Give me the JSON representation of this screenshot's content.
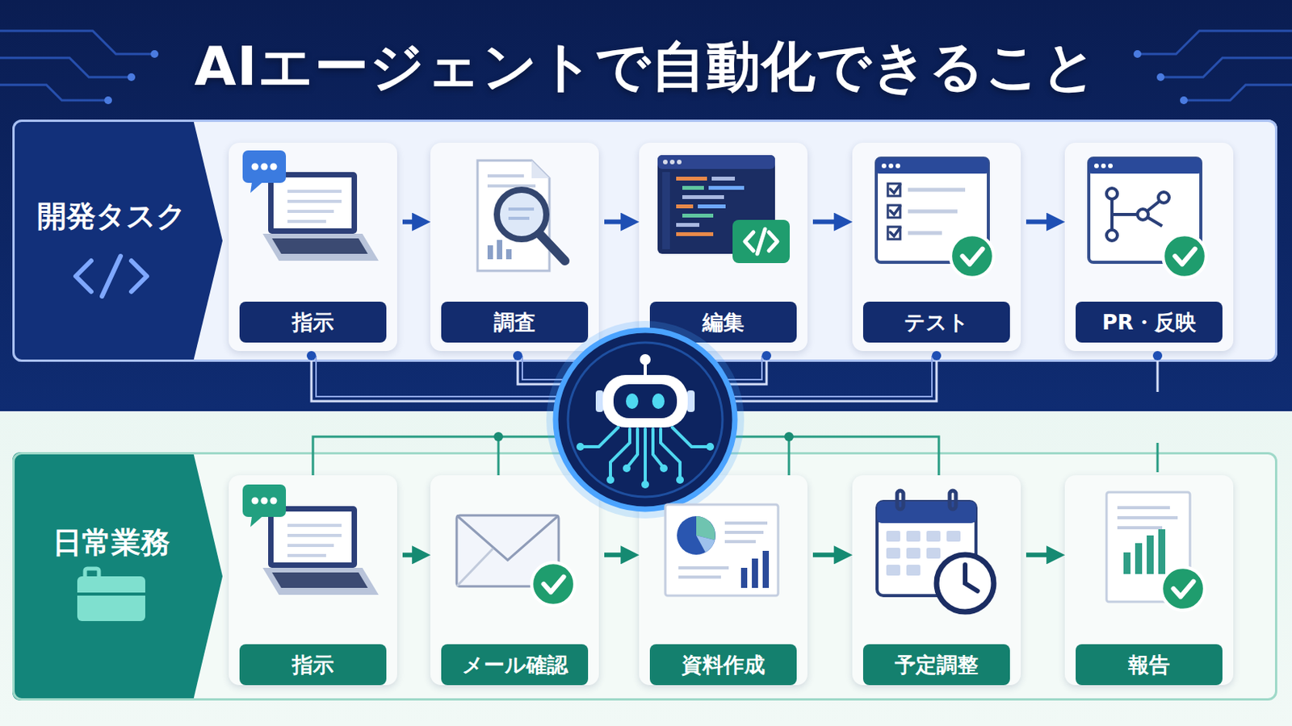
{
  "diagram": {
    "title": "AIエージェントで自動化できること",
    "nodes": [
      {
        "text": [
          "開発タスク"
        ]
      },
      {
        "text": [
          "指示"
        ],
        "in": 0
      },
      {
        "text": [
          "調査"
        ],
        "in": 0
      },
      {
        "text": [
          "編集"
        ],
        "in": 0
      },
      {
        "text": [
          "テスト"
        ],
        "in": 0
      },
      {
        "text": [
          "PR・反映"
        ],
        "in": 0
      },
      {
        "text": [
          "日常業務"
        ]
      },
      {
        "text": [
          "指示"
        ],
        "in": 6
      },
      {
        "text": [
          "メール確認"
        ],
        "in": 6
      },
      {
        "text": [
          "資料作成"
        ],
        "in": 6
      },
      {
        "text": [
          "予定調整"
        ],
        "in": 6
      },
      {
        "text": [
          "報告"
        ],
        "in": 6
      }
    ],
    "edges": [
      {
        "from": 1,
        "to": 2,
        "arrow": "to"
      },
      {
        "from": 2,
        "to": 3,
        "arrow": "to"
      },
      {
        "from": 3,
        "to": 4,
        "arrow": "to"
      },
      {
        "from": 4,
        "to": 5,
        "arrow": "to"
      },
      {
        "from": 7,
        "to": 8,
        "arrow": "to"
      },
      {
        "from": 8,
        "to": 9,
        "arrow": "to"
      },
      {
        "from": 9,
        "to": 10,
        "arrow": "to"
      },
      {
        "from": 10,
        "to": 11,
        "arrow": "to"
      }
    ]
  }
}
